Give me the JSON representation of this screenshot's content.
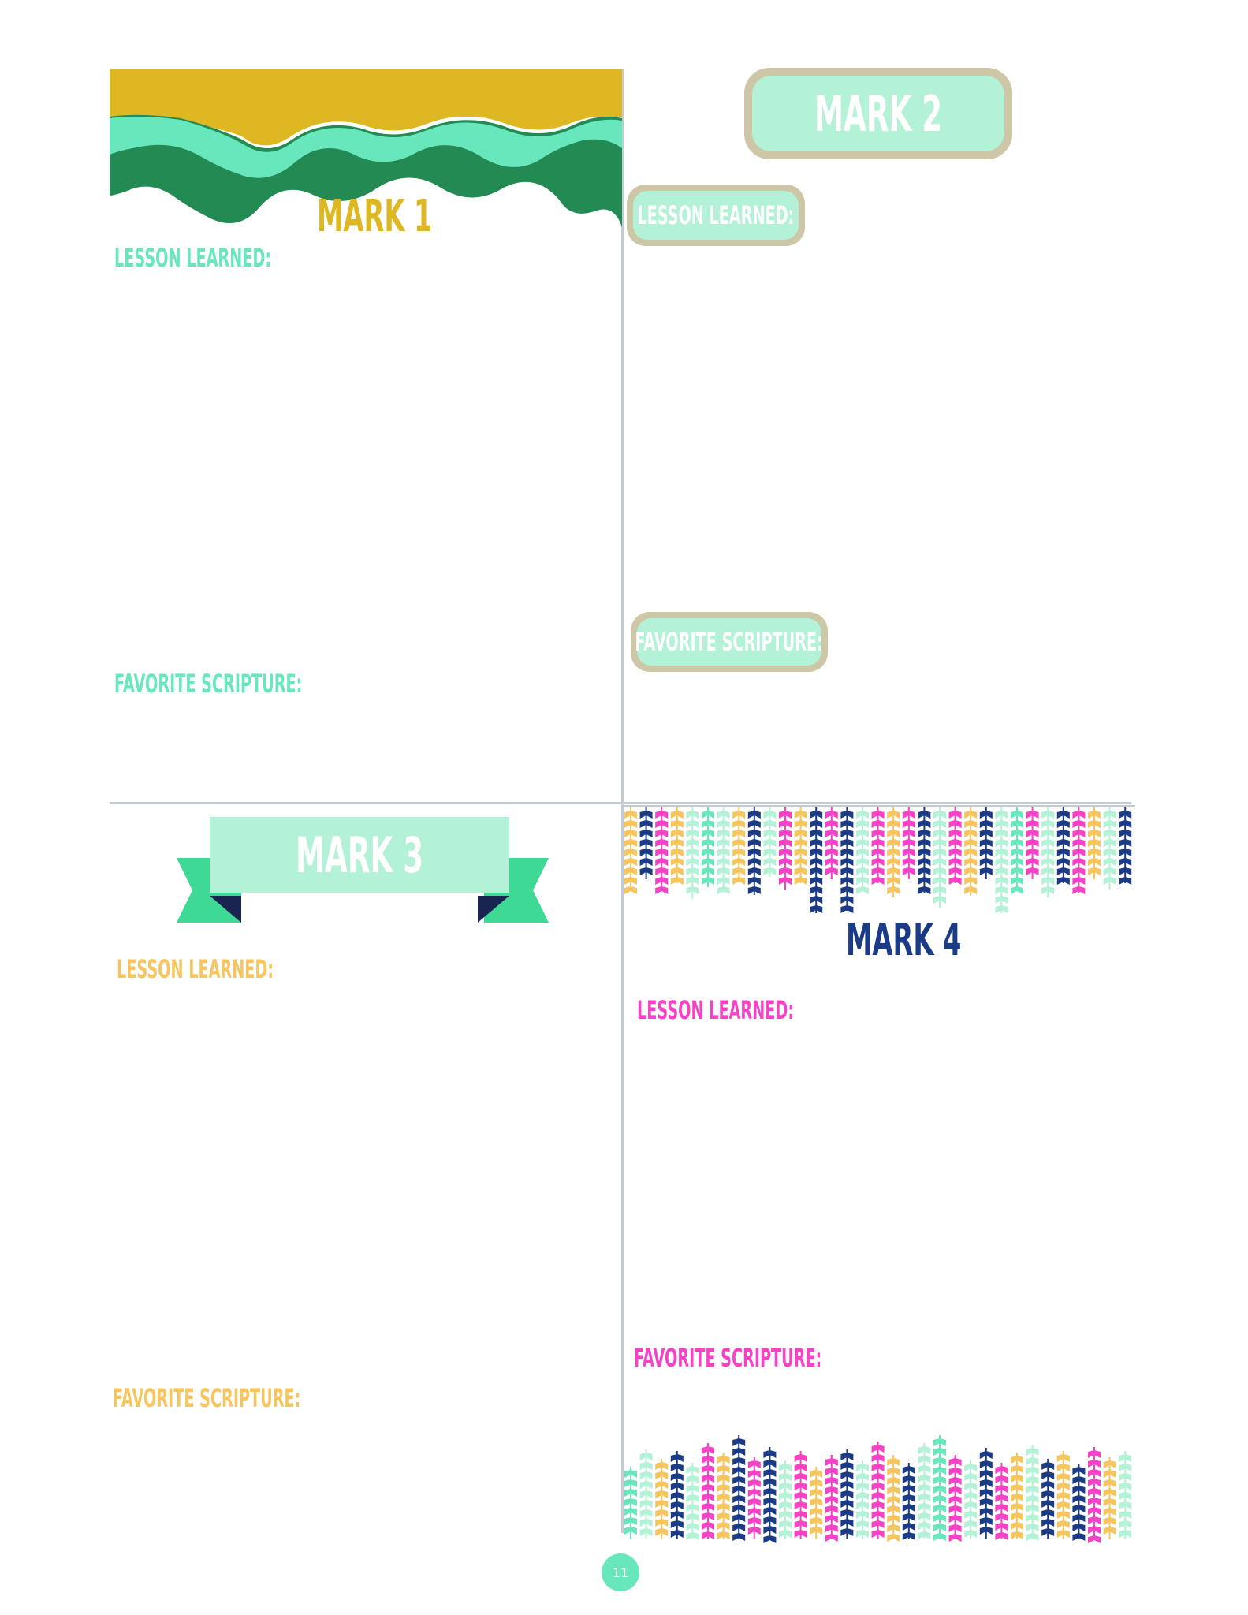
{
  "sections": {
    "mark1": {
      "title": "MARK 1",
      "lesson_label": "LESSON LEARNED:",
      "scripture_label": "FAVORITE SCRIPTURE:"
    },
    "mark2": {
      "title": "MARK 2",
      "lesson_label": "LESSON LEARNED:",
      "scripture_label": "FAVORITE SCRIPTURE:"
    },
    "mark3": {
      "title": "MARK 3",
      "lesson_label": "LESSON LEARNED:",
      "scripture_label": "FAVORITE SCRIPTURE:"
    },
    "mark4": {
      "title": "MARK 4",
      "lesson_label": "LESSON LEARNED:",
      "scripture_label": "FAVORITE SCRIPTURE:"
    }
  },
  "page_number": "11",
  "colors": {
    "mustard": "#ddb822",
    "mint": "#67e7bb",
    "pale_mint": "#b3f2d6",
    "dark_green": "#238a53",
    "khaki": "#cdc7a7",
    "orange": "#f7c55e",
    "pink": "#f542c6",
    "navy": "#1c3b86",
    "divider": "#c3ccd3"
  },
  "decorations": {
    "mark1": "wavy-green-header",
    "mark2": "rounded-pill-badge",
    "mark3": "ribbon-banner",
    "mark4": "feather-fringe-border"
  }
}
